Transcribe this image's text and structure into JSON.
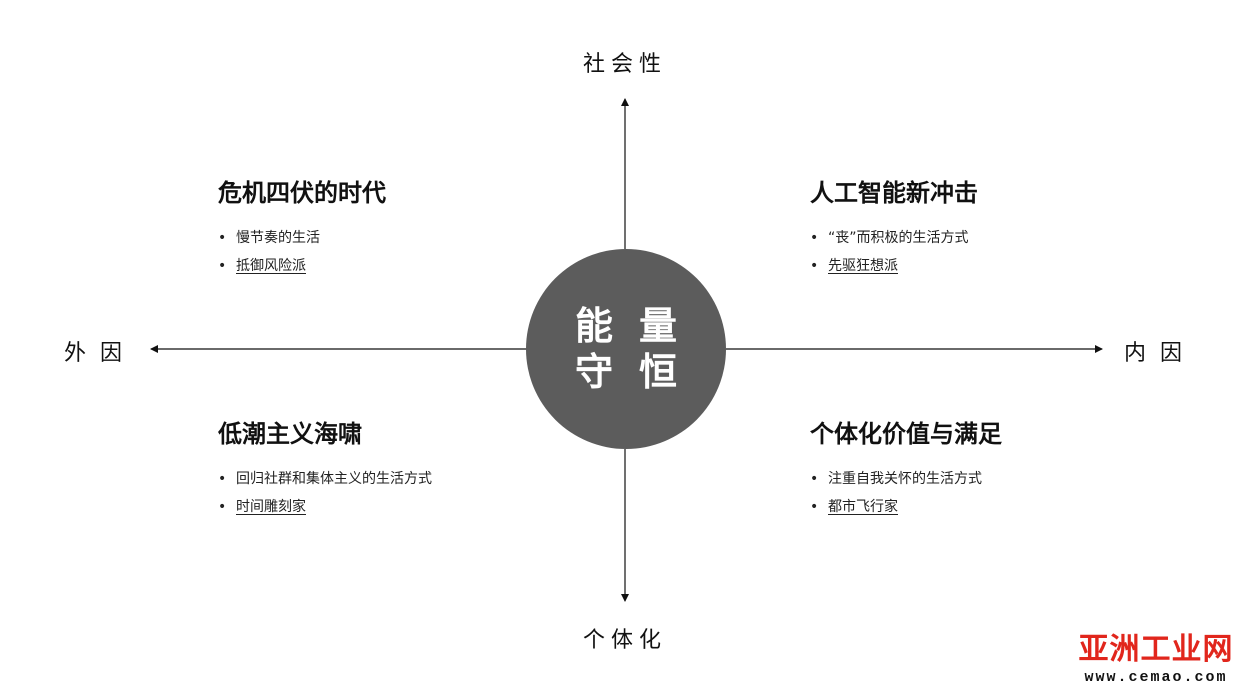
{
  "axes": {
    "top": "社会性",
    "bottom": "个体化",
    "left": "外因",
    "right": "内因"
  },
  "center": {
    "line1": "能量",
    "line2": "守恒"
  },
  "quadrants": {
    "top_left": {
      "title": "危机四伏的时代",
      "items": [
        "慢节奏的生活",
        "抵御风险派"
      ]
    },
    "top_right": {
      "title": "人工智能新冲击",
      "items": [
        "“丧”而积极的生活方式",
        "先驱狂想派"
      ]
    },
    "bottom_left": {
      "title": "低潮主义海啸",
      "items": [
        "回归社群和集体主义的生活方式",
        "时间雕刻家"
      ]
    },
    "bottom_right": {
      "title": "个体化价值与满足",
      "items": [
        "注重自我关怀的生活方式",
        "都市飞行家"
      ]
    }
  },
  "watermark": {
    "brand": "亚洲工业网",
    "url": "www.cemao.com"
  },
  "colors": {
    "circle": "#5c5c5c",
    "watermark_red": "#e1261c",
    "axis": "#111111"
  }
}
